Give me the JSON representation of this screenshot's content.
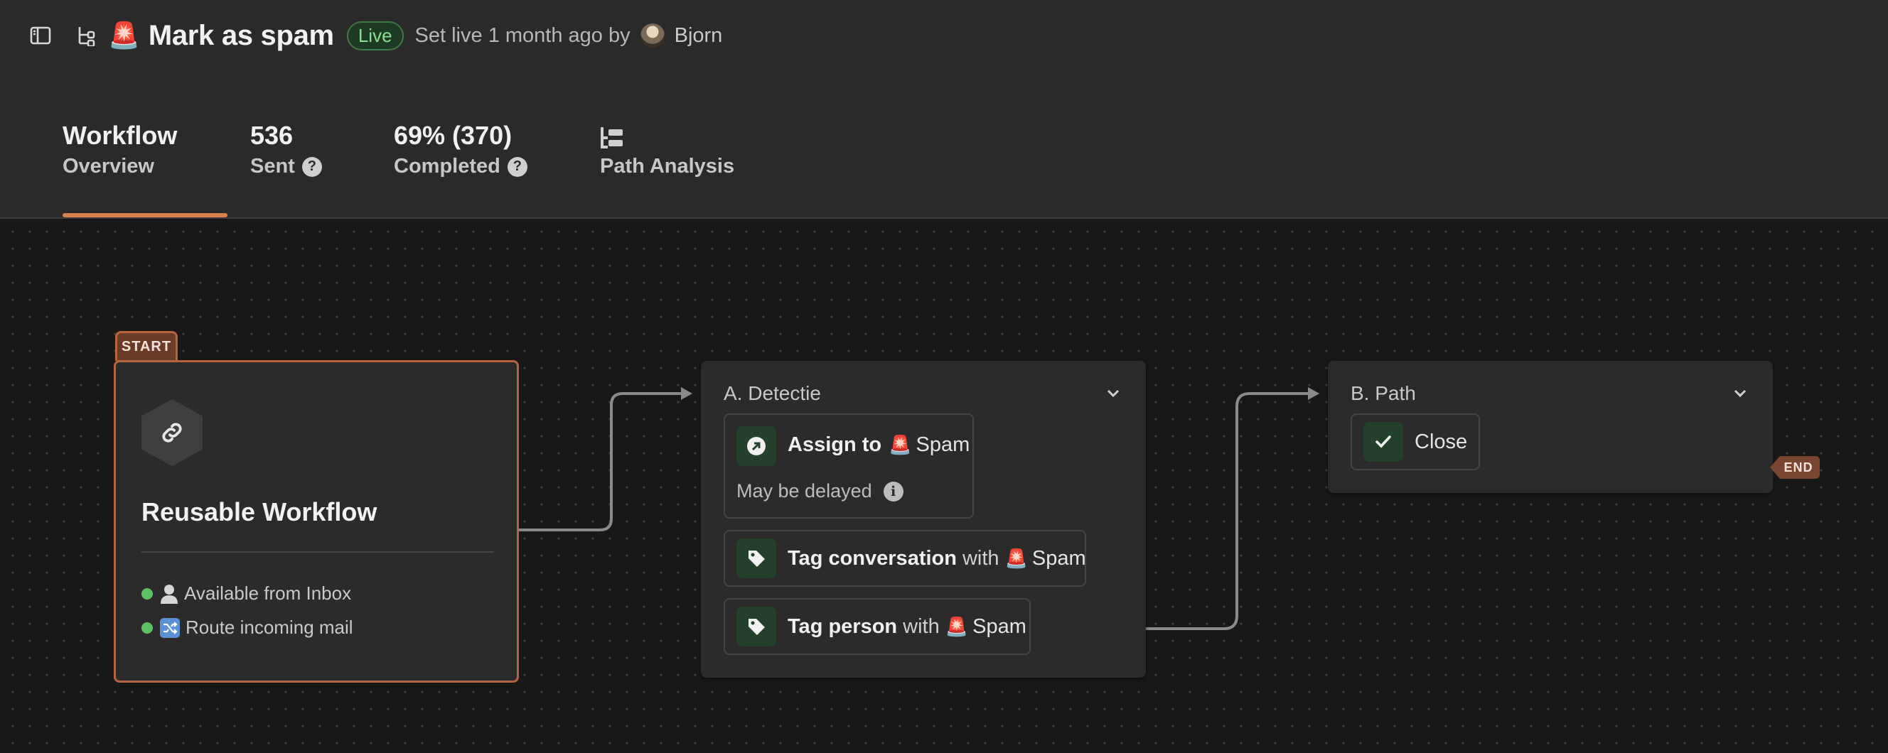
{
  "header": {
    "emoji": "🚨",
    "title": "Mark as spam",
    "status_badge": "Live",
    "set_live_text": "Set live 1 month ago by",
    "user_name": "Bjorn",
    "icons": [
      "sidebar-toggle-icon",
      "workflow-branch-icon"
    ]
  },
  "tabs": [
    {
      "big": "Workflow",
      "small": "Overview",
      "active": true
    },
    {
      "big": "536",
      "small": "Sent",
      "help": "?"
    },
    {
      "big": "69% (370)",
      "small": "Completed",
      "help": "?"
    },
    {
      "big": "",
      "small": "Path Analysis",
      "icon": "path-analysis-icon"
    }
  ],
  "start_node": {
    "tag": "START",
    "icon": "link-icon",
    "title": "Reusable Workflow",
    "triggers": [
      {
        "icon": "person-icon",
        "text": "Available from Inbox"
      },
      {
        "icon": "shuffle-icon",
        "text": "Route incoming mail"
      }
    ]
  },
  "step_a": {
    "title": "A. Detectie",
    "actions": [
      {
        "icon": "assign-arrow-icon",
        "verb": "Assign to",
        "connector": "",
        "emoji": "🚨",
        "target": "Spam",
        "note": "May be delayed",
        "note_icon": "i"
      },
      {
        "icon": "tag-icon",
        "verb": "Tag conversation",
        "connector": "with",
        "emoji": "🚨",
        "target": "Spam"
      },
      {
        "icon": "tag-icon",
        "verb": "Tag person",
        "connector": "with",
        "emoji": "🚨",
        "target": "Spam"
      }
    ]
  },
  "step_b": {
    "title": "B. Path",
    "actions": [
      {
        "icon": "check-icon",
        "verb": "Close"
      }
    ]
  },
  "end_tag": "END",
  "colors": {
    "accent": "#d9804f",
    "live_green": "#8ddc93",
    "status_dot": "#5ec265",
    "action_icon_bg": "#23412a"
  }
}
